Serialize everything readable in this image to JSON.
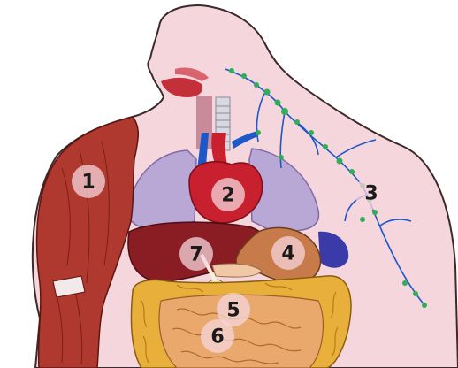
{
  "diagram": {
    "labels": [
      {
        "id": "muscles",
        "text": "1"
      },
      {
        "id": "heart",
        "text": "2"
      },
      {
        "id": "lymphatic",
        "text": "3"
      },
      {
        "id": "stomach",
        "text": "4"
      },
      {
        "id": "large-intestine",
        "text": "5"
      },
      {
        "id": "small-intestine",
        "text": "6"
      },
      {
        "id": "pancreas-gallbladder",
        "text": "7"
      }
    ],
    "colors": {
      "skin": "#f5d6dc",
      "outline": "#3a2a2a",
      "muscle": "#b0392f",
      "lung": "#b9a8d6",
      "heart": "#c8202e",
      "liver": "#8a1c24",
      "stomach": "#c77a4a",
      "intestine": "#e8b03a",
      "lymph": "#2fae5a",
      "vessel": "#1e57c8"
    }
  }
}
